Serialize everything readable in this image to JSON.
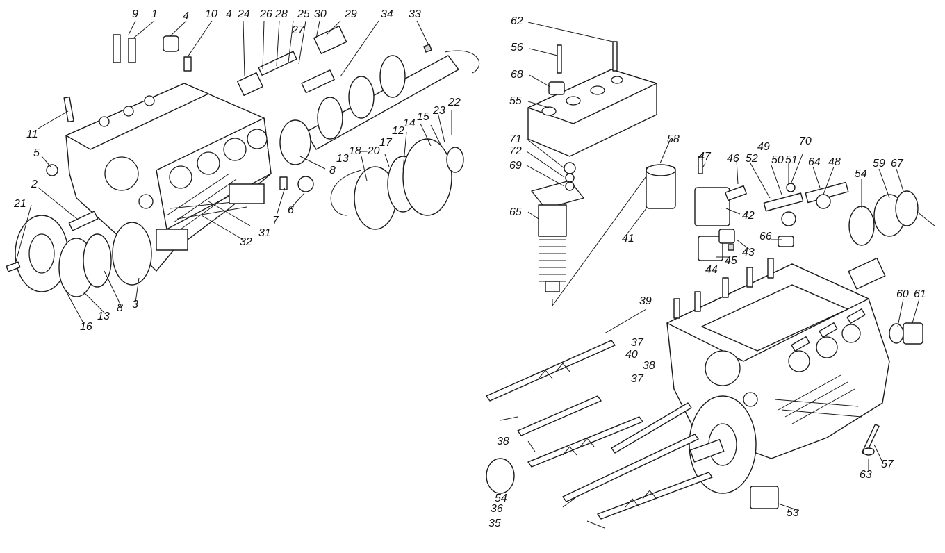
{
  "labels": {
    "l1": "1",
    "l2": "2",
    "l3": "3",
    "l4a": "4",
    "l4b": "4",
    "l5": "5",
    "l6": "6",
    "l7": "7",
    "l8a": "8",
    "l8b": "8",
    "l9": "9",
    "l10": "10",
    "l11": "11",
    "l12": "12",
    "l13a": "13",
    "l13b": "13",
    "l14": "14",
    "l15": "15",
    "l16": "16",
    "l17": "17",
    "l18_20": "18–20",
    "l21": "21",
    "l22": "22",
    "l23": "23",
    "l24": "24",
    "l25": "25",
    "l26": "26",
    "l27": "27",
    "l28": "28",
    "l29": "29",
    "l30": "30",
    "l31": "31",
    "l32": "32",
    "l33": "33",
    "l34": "34",
    "l35": "35",
    "l36": "36",
    "l37a": "37",
    "l37b": "37",
    "l38a": "38",
    "l38b": "38",
    "l39": "39",
    "l40": "40",
    "l41": "41",
    "l42": "42",
    "l43": "43",
    "l44": "44",
    "l45": "45",
    "l46": "46",
    "l47": "47",
    "l48": "48",
    "l49": "49",
    "l50": "50",
    "l51": "51",
    "l52": "52",
    "l53": "53",
    "l54a": "54",
    "l54b": "54",
    "l55": "55",
    "l56": "56",
    "l57": "57",
    "l58": "58",
    "l59": "59",
    "l60": "60",
    "l61": "61",
    "l62": "62",
    "l63": "63",
    "l64": "64",
    "l65": "65",
    "l66": "66",
    "l67": "67",
    "l68": "68",
    "l69": "69",
    "l70": "70",
    "l71": "71",
    "l72": "72"
  }
}
